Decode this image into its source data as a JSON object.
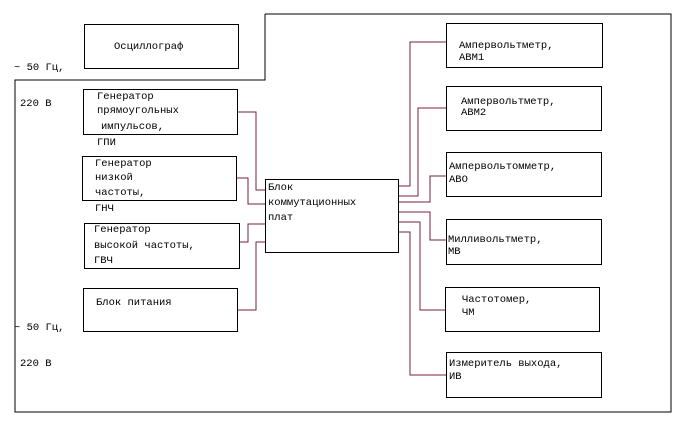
{
  "power_top": {
    "line1": "~ 50 Гц,",
    "line2": "220 В"
  },
  "power_bottom": {
    "line1": "~ 50 Гц,",
    "line2": "220 В"
  },
  "oscillograph": {
    "label": "Осциллограф"
  },
  "gpi": {
    "line1": "Генератор",
    "line2": "прямоугольных",
    "line3": "импульсов,",
    "line4": "ГПИ"
  },
  "gnch": {
    "line1": "Генератор",
    "line2": "низкой",
    "line3": "частоты,",
    "line4": "ГНЧ"
  },
  "gvch": {
    "line1": "Генератор",
    "line2": "высокой частоты,",
    "line3": "ГВЧ"
  },
  "power_unit": {
    "label": "Блок питания"
  },
  "switch_block": {
    "line1": "Блок",
    "line2": "коммутационных",
    "line3": "плат"
  },
  "avm1": {
    "line1": "Ампервольтметр,",
    "line2": "АВМ1"
  },
  "avm2": {
    "line1": "Ампервольтметр,",
    "line2": "АВМ2"
  },
  "avo": {
    "line1": "Ампервольтомметр,",
    "line2": "АВО"
  },
  "mv": {
    "line1": "Милливольтметр,",
    "line2": "МВ"
  },
  "chm": {
    "line1": "Частотомер,",
    "line2": "ЧМ"
  },
  "iv": {
    "line1": "Измеритель выхода,",
    "line2": "ИВ"
  },
  "colors": {
    "wire": "#7a1f3d",
    "border": "#000000"
  }
}
